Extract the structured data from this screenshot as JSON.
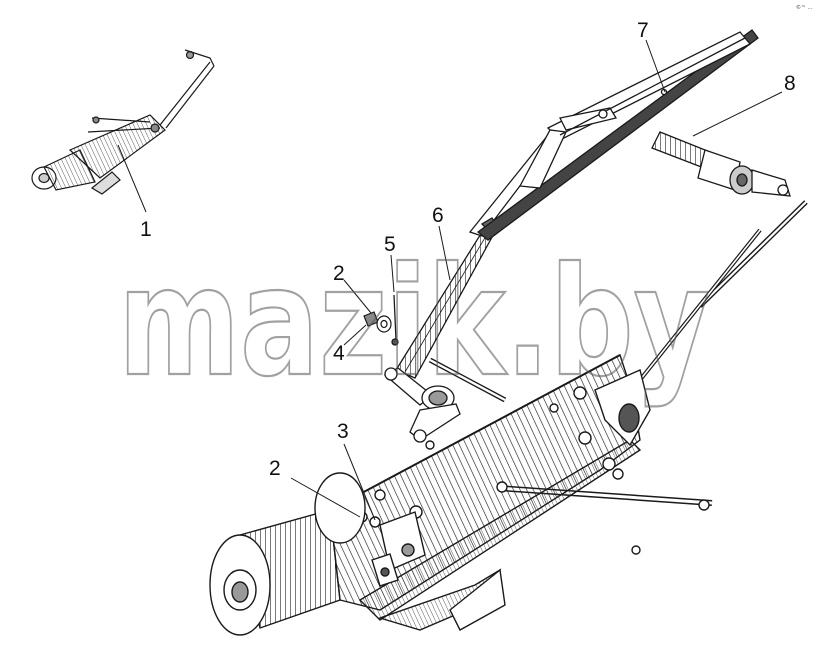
{
  "figure": {
    "corner_mark": "©™ ...",
    "watermark": "mazik.by",
    "callouts": [
      {
        "id": "1",
        "label": "1"
      },
      {
        "id": "2a",
        "label": "2"
      },
      {
        "id": "2b",
        "label": "2"
      },
      {
        "id": "3",
        "label": "3"
      },
      {
        "id": "4",
        "label": "4"
      },
      {
        "id": "5",
        "label": "5"
      },
      {
        "id": "6",
        "label": "6"
      },
      {
        "id": "7",
        "label": "7"
      },
      {
        "id": "8",
        "label": "8"
      }
    ]
  },
  "colors": {
    "ink": "#1a1a1a",
    "paper": "#ffffff",
    "watermark": "#555555"
  }
}
